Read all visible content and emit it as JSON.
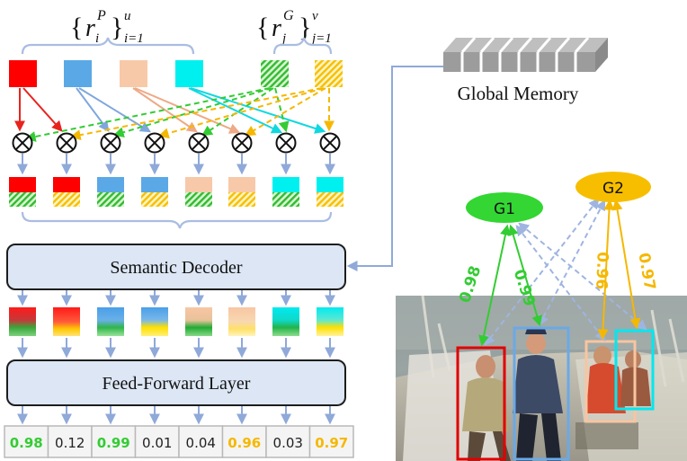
{
  "header": {
    "rp_set": {
      "open": "{",
      "var": "r",
      "sub": "i",
      "sup": "P",
      "close": "}",
      "limit_sup": "u",
      "limit_sub": "i=1"
    },
    "rg_set": {
      "open": "{",
      "var": "r",
      "sub": "j",
      "sup": "G",
      "close": "}",
      "limit_sup": "v",
      "limit_sub": "j=1"
    }
  },
  "global_memory": {
    "label": "Global Memory"
  },
  "decoder": {
    "label": "Semantic Decoder"
  },
  "ffn": {
    "label": "Feed-Forward Layer"
  },
  "scores": [
    "0.98",
    "0.12",
    "0.99",
    "0.01",
    "0.04",
    "0.96",
    "0.03",
    "0.97"
  ],
  "score_colors": [
    "#33cc33",
    "#222222",
    "#33cc33",
    "#222222",
    "#222222",
    "#f5b800",
    "#222222",
    "#f5b800"
  ],
  "person_colors": [
    "#ff0000",
    "#5aa9e6",
    "#f8c9a8",
    "#00f0f0"
  ],
  "group_colors": [
    "#33cc33",
    "#f5b800"
  ],
  "scene": {
    "groups": [
      {
        "label": "G1",
        "color": "#33cc33"
      },
      {
        "label": "G2",
        "color": "#f5b800"
      }
    ],
    "edge_labels": [
      {
        "text": "0.98",
        "color": "#33cc33"
      },
      {
        "text": "0.99",
        "color": "#33cc33"
      },
      {
        "text": "0.96",
        "color": "#f5b800"
      },
      {
        "text": "0.97",
        "color": "#f5b800"
      }
    ]
  }
}
